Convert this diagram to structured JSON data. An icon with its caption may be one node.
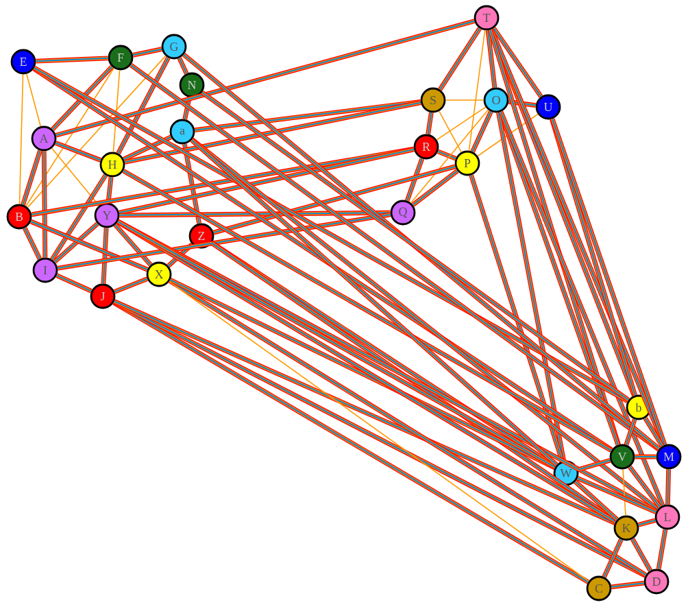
{
  "diagram": {
    "nodes": [
      {
        "text": [
          "E"
        ]
      },
      {
        "text": [
          "F"
        ]
      },
      {
        "text": [
          "G"
        ]
      },
      {
        "text": [
          "N"
        ]
      },
      {
        "text": [
          "A"
        ]
      },
      {
        "text": [
          "a"
        ]
      },
      {
        "text": [
          "H"
        ]
      },
      {
        "text": [
          "B"
        ]
      },
      {
        "text": [
          "Y"
        ]
      },
      {
        "text": [
          "Z"
        ]
      },
      {
        "text": [
          "I"
        ]
      },
      {
        "text": [
          "J"
        ]
      },
      {
        "text": [
          "X"
        ]
      },
      {
        "text": [
          "T"
        ]
      },
      {
        "text": [
          "S"
        ]
      },
      {
        "text": [
          "O"
        ]
      },
      {
        "text": [
          "U"
        ]
      },
      {
        "text": [
          "R"
        ]
      },
      {
        "text": [
          "P"
        ]
      },
      {
        "text": [
          "Q"
        ]
      },
      {
        "text": [
          "b"
        ]
      },
      {
        "text": [
          "V"
        ]
      },
      {
        "text": [
          "M"
        ]
      },
      {
        "text": [
          "W"
        ]
      },
      {
        "text": [
          "L"
        ]
      },
      {
        "text": [
          "K"
        ]
      },
      {
        "text": [
          "D"
        ]
      },
      {
        "text": [
          "C"
        ]
      }
    ],
    "edges": [
      {
        "from": 0,
        "to": 1,
        "arrow": "none"
      },
      {
        "from": 0,
        "to": 4,
        "arrow": "none",
        "color": "#ff9900"
      },
      {
        "from": 0,
        "to": 7,
        "arrow": "none",
        "color": "#ff9900"
      },
      {
        "from": 1,
        "to": 2,
        "arrow": "none"
      },
      {
        "from": 2,
        "to": 3,
        "arrow": "none"
      },
      {
        "from": 1,
        "to": 4,
        "arrow": "none"
      },
      {
        "from": 1,
        "to": 7,
        "arrow": "none",
        "color": "#ff9900"
      },
      {
        "from": 2,
        "to": 7,
        "arrow": "none",
        "color": "#ff9900"
      },
      {
        "from": 4,
        "to": 7,
        "arrow": "none"
      },
      {
        "from": 4,
        "to": 10,
        "arrow": "none"
      },
      {
        "from": 7,
        "to": 10,
        "arrow": "none"
      },
      {
        "from": 4,
        "to": 6,
        "arrow": "none"
      },
      {
        "from": 2,
        "to": 6,
        "arrow": "none"
      },
      {
        "from": 3,
        "to": 5,
        "arrow": "none"
      },
      {
        "from": 5,
        "to": 6,
        "arrow": "none"
      },
      {
        "from": 5,
        "to": 9,
        "arrow": "none"
      },
      {
        "from": 1,
        "to": 6,
        "arrow": "none",
        "color": "#ff9900"
      },
      {
        "from": 4,
        "to": 8,
        "arrow": "none",
        "color": "#ff9900"
      },
      {
        "from": 6,
        "to": 8,
        "arrow": "none"
      },
      {
        "from": 6,
        "to": 10,
        "arrow": "none"
      },
      {
        "from": 8,
        "to": 10,
        "arrow": "none"
      },
      {
        "from": 8,
        "to": 11,
        "arrow": "none"
      },
      {
        "from": 8,
        "to": 12,
        "arrow": "none"
      },
      {
        "from": 10,
        "to": 11,
        "arrow": "none"
      },
      {
        "from": 11,
        "to": 12,
        "arrow": "none"
      },
      {
        "from": 12,
        "to": 9,
        "arrow": "none"
      },
      {
        "from": 7,
        "to": 12,
        "arrow": "none"
      },
      {
        "from": 13,
        "to": 14,
        "arrow": "none"
      },
      {
        "from": 13,
        "to": 15,
        "arrow": "none"
      },
      {
        "from": 13,
        "to": 16,
        "arrow": "none"
      },
      {
        "from": 13,
        "to": 18,
        "arrow": "none",
        "color": "#ff9900"
      },
      {
        "from": 14,
        "to": 15,
        "arrow": "none",
        "color": "#ff9900"
      },
      {
        "from": 14,
        "to": 17,
        "arrow": "none"
      },
      {
        "from": 14,
        "to": 18,
        "arrow": "none",
        "color": "#ff9900"
      },
      {
        "from": 17,
        "to": 15,
        "arrow": "none",
        "color": "#ff9900"
      },
      {
        "from": 15,
        "to": 18,
        "arrow": "none"
      },
      {
        "from": 15,
        "to": 16,
        "arrow": "none"
      },
      {
        "from": 17,
        "to": 18,
        "arrow": "none"
      },
      {
        "from": 17,
        "to": 19,
        "arrow": "none"
      },
      {
        "from": 19,
        "to": 18,
        "arrow": "none"
      },
      {
        "from": 16,
        "to": 18,
        "arrow": "none",
        "color": "#ff9900"
      },
      {
        "from": 19,
        "to": 15,
        "arrow": "none",
        "color": "#ff9900"
      },
      {
        "from": 13,
        "to": 4,
        "arrow": "none"
      },
      {
        "from": 14,
        "to": 5,
        "arrow": "none"
      },
      {
        "from": 14,
        "to": 6,
        "arrow": "none"
      },
      {
        "from": 17,
        "to": 7,
        "arrow": "none"
      },
      {
        "from": 17,
        "to": 8,
        "arrow": "none"
      },
      {
        "from": 19,
        "to": 8,
        "arrow": "none"
      },
      {
        "from": 19,
        "to": 10,
        "arrow": "none"
      },
      {
        "from": 18,
        "to": 9,
        "arrow": "none"
      },
      {
        "from": 13,
        "to": 20,
        "arrow": "none"
      },
      {
        "from": 13,
        "to": 22,
        "arrow": "none"
      },
      {
        "from": 13,
        "to": 21,
        "arrow": "none"
      },
      {
        "from": 15,
        "to": 21,
        "arrow": "none"
      },
      {
        "from": 15,
        "to": 23,
        "arrow": "none"
      },
      {
        "from": 15,
        "to": 24,
        "arrow": "none"
      },
      {
        "from": 16,
        "to": 20,
        "arrow": "none"
      },
      {
        "from": 16,
        "to": 22,
        "arrow": "none"
      },
      {
        "from": 18,
        "to": 23,
        "arrow": "none"
      },
      {
        "from": 0,
        "to": 21,
        "arrow": "none"
      },
      {
        "from": 0,
        "to": 20,
        "arrow": "none"
      },
      {
        "from": 1,
        "to": 22,
        "arrow": "none"
      },
      {
        "from": 2,
        "to": 22,
        "arrow": "none"
      },
      {
        "from": 3,
        "to": 20,
        "arrow": "none"
      },
      {
        "from": 5,
        "to": 24,
        "arrow": "none"
      },
      {
        "from": 6,
        "to": 21,
        "arrow": "none"
      },
      {
        "from": 9,
        "to": 23,
        "arrow": "none"
      },
      {
        "from": 9,
        "to": 25,
        "arrow": "none"
      },
      {
        "from": 11,
        "to": 27,
        "arrow": "none"
      },
      {
        "from": 11,
        "to": 26,
        "arrow": "none"
      },
      {
        "from": 11,
        "to": 25,
        "arrow": "none"
      },
      {
        "from": 12,
        "to": 26,
        "arrow": "none"
      },
      {
        "from": 12,
        "to": 23,
        "arrow": "none"
      },
      {
        "from": 8,
        "to": 24,
        "arrow": "none"
      },
      {
        "from": 8,
        "to": 25,
        "arrow": "none"
      },
      {
        "from": 12,
        "to": 27,
        "arrow": "none",
        "color": "#ff9900"
      },
      {
        "from": 8,
        "to": 23,
        "arrow": "none"
      },
      {
        "from": 5,
        "to": 23,
        "arrow": "none"
      },
      {
        "from": 20,
        "to": 22,
        "arrow": "none"
      },
      {
        "from": 20,
        "to": 21,
        "arrow": "none"
      },
      {
        "from": 21,
        "to": 22,
        "arrow": "none"
      },
      {
        "from": 21,
        "to": 23,
        "arrow": "none"
      },
      {
        "from": 21,
        "to": 25,
        "arrow": "none",
        "color": "#ff9900"
      },
      {
        "from": 22,
        "to": 24,
        "arrow": "none"
      },
      {
        "from": 24,
        "to": 25,
        "arrow": "none"
      },
      {
        "from": 24,
        "to": 26,
        "arrow": "none"
      },
      {
        "from": 25,
        "to": 26,
        "arrow": "none"
      },
      {
        "from": 25,
        "to": 27,
        "arrow": "none"
      },
      {
        "from": 27,
        "to": 26,
        "arrow": "none"
      },
      {
        "from": 23,
        "to": 24,
        "arrow": "none"
      },
      {
        "from": 23,
        "to": 25,
        "arrow": "none"
      },
      {
        "from": 21,
        "to": 24,
        "arrow": "none"
      }
    ]
  }
}
